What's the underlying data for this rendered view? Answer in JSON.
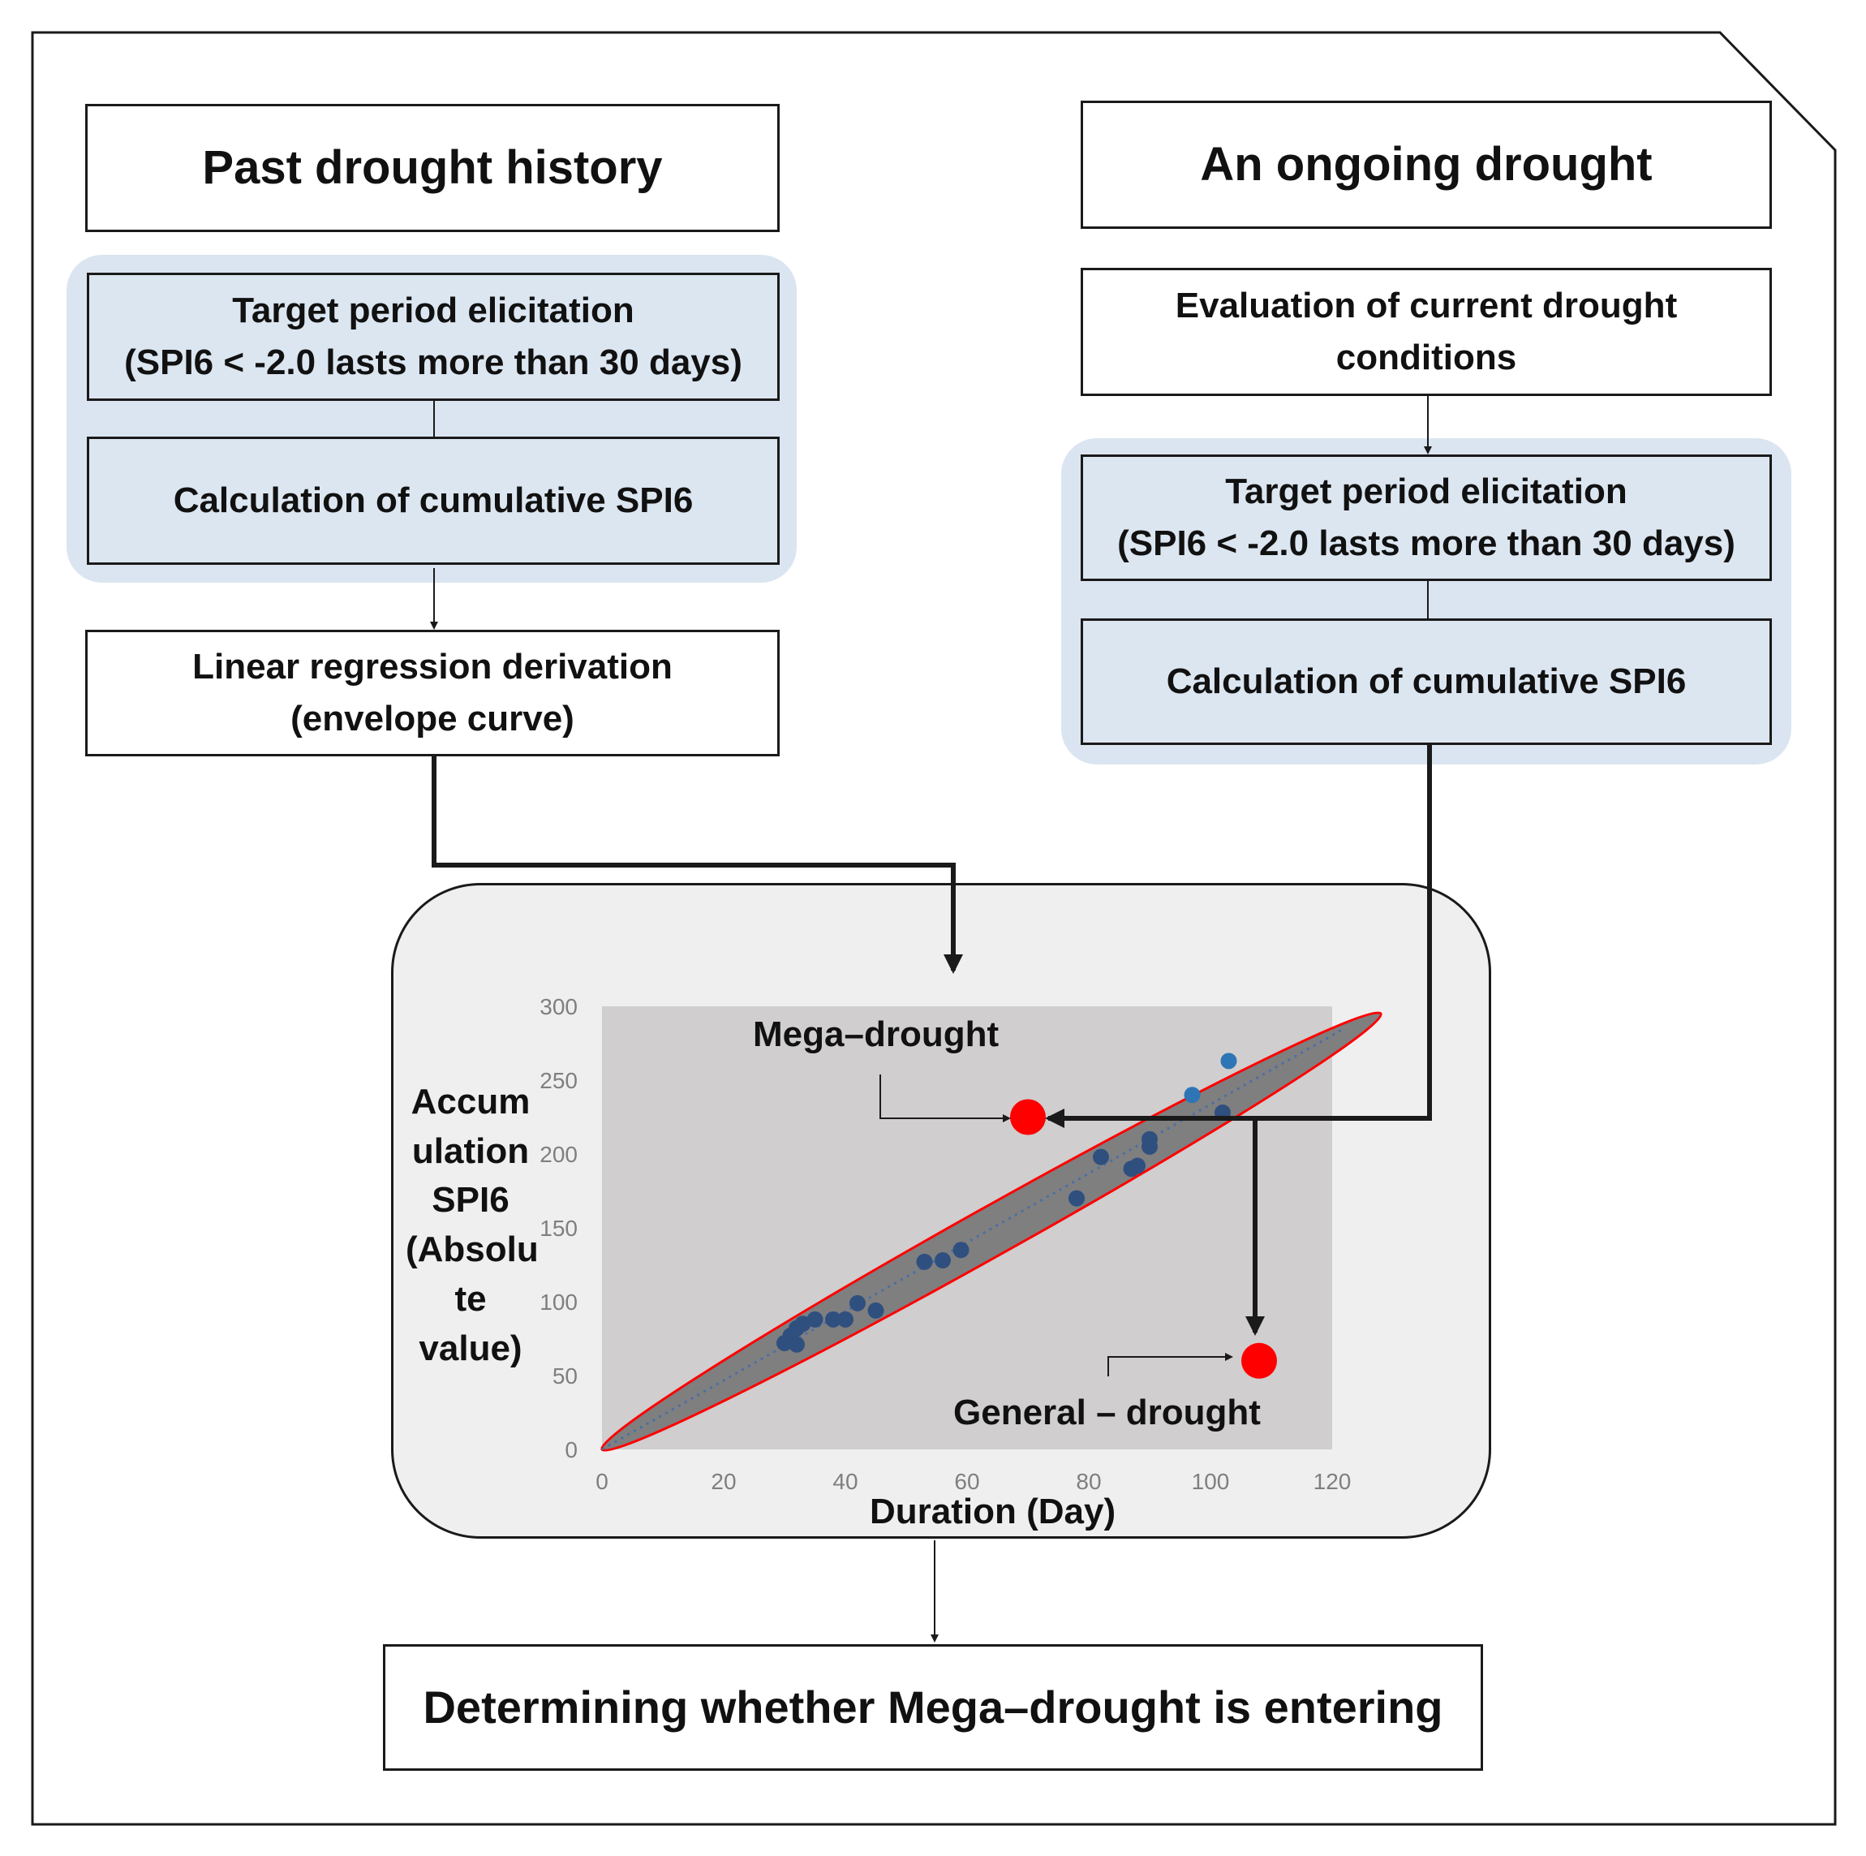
{
  "left": {
    "header": "Past drought history",
    "step1": [
      "Target period elicitation",
      "(SPI6  < -2.0 lasts more than 30 days)"
    ],
    "step2": "Calculation of cumulative SPI6",
    "step3": [
      "Linear regression derivation",
      "(envelope curve)"
    ]
  },
  "right": {
    "header": "An ongoing drought",
    "step0": [
      "Evaluation of current drought",
      "conditions"
    ],
    "step1": [
      "Target period elicitation",
      "(SPI6  < -2.0 lasts more than 30 days)"
    ],
    "step2": "Calculation of cumulative SPI6"
  },
  "output": "Determining whether Mega–drought is entering",
  "chart_data": {
    "type": "scatter",
    "xlabel": "Duration (Day)",
    "ylabel": [
      "Accum",
      "ulation",
      "SPI6",
      "(Absolu",
      "te",
      "value)"
    ],
    "xlim": [
      0,
      120
    ],
    "ylim": [
      0,
      300
    ],
    "x_ticks": [
      0,
      20,
      40,
      60,
      80,
      100,
      120
    ],
    "y_ticks": [
      0,
      50,
      100,
      150,
      200,
      250,
      300
    ],
    "series": [
      {
        "color": "#2f4f7f",
        "points": [
          [
            30,
            72
          ],
          [
            31,
            77
          ],
          [
            32,
            82
          ],
          [
            32,
            71
          ],
          [
            33,
            85
          ],
          [
            35,
            88
          ],
          [
            38,
            88
          ],
          [
            40,
            88
          ],
          [
            42,
            99
          ],
          [
            45,
            94
          ],
          [
            53,
            127
          ],
          [
            56,
            128
          ],
          [
            59,
            135
          ],
          [
            78,
            170
          ],
          [
            82,
            198
          ],
          [
            87,
            190
          ],
          [
            88,
            192
          ],
          [
            90,
            205
          ],
          [
            90,
            210
          ],
          [
            102,
            228
          ]
        ]
      },
      {
        "color": "#2e75b6",
        "points": [
          [
            97,
            240
          ],
          [
            103,
            263
          ]
        ]
      }
    ],
    "trend_line": [
      [
        0,
        0
      ],
      [
        122,
        285
      ]
    ],
    "envelope": {
      "from": [
        0,
        0
      ],
      "to": [
        128,
        295
      ],
      "color": "#ff0000"
    },
    "annotations": [
      {
        "label": "Mega–drought",
        "point": [
          70,
          225
        ],
        "color": "#ff0000"
      },
      {
        "label": "General – drought",
        "point": [
          108,
          60
        ],
        "color": "#ff0000"
      }
    ]
  }
}
